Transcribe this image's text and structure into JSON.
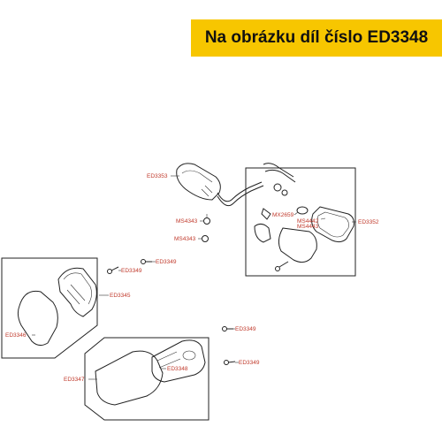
{
  "banner": {
    "text": "Na obrázku díl číslo ED3348",
    "color": "#f7c600"
  },
  "parts": {
    "p_ed3353": "ED3353",
    "p_ms4343_a": "MS4343",
    "p_ms4343_b": "MS4343",
    "p_mx2659": "MX2659",
    "p_ms4442": "MS4442",
    "p_ms4443": "MS4443",
    "p_ed3352": "ED3352",
    "p_ed3349_a": "ED3349",
    "p_ed3349_b": "ED3349",
    "p_ed3345": "ED3345",
    "p_ed3346": "ED3346",
    "p_ed3349_c": "ED3349",
    "p_ed3349_d": "ED3349",
    "p_ed3347": "ED3347",
    "p_ed3348": "ED3348"
  }
}
